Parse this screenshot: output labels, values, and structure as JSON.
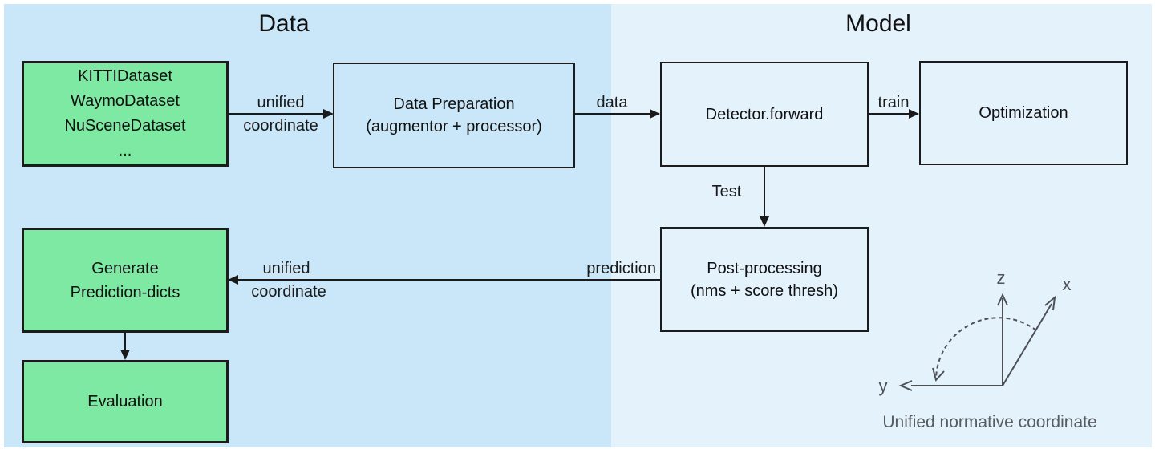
{
  "panels": {
    "data": {
      "title": "Data"
    },
    "model": {
      "title": "Model"
    }
  },
  "nodes": {
    "datasets": {
      "lines": [
        "KITTIDataset",
        "WaymoDataset",
        "NuSceneDataset",
        "..."
      ]
    },
    "data_preparation": {
      "lines": [
        "Data Preparation",
        "(augmentor + processor)"
      ]
    },
    "detector": {
      "label": "Detector.forward"
    },
    "optimization": {
      "label": "Optimization"
    },
    "post_processing": {
      "lines": [
        "Post-processing",
        "(nms + score thresh)"
      ]
    },
    "generate": {
      "lines": [
        "Generate",
        "Prediction-dicts"
      ]
    },
    "evaluation": {
      "label": "Evaluation"
    }
  },
  "edges": {
    "datasets_to_prep": {
      "label_top": "unified",
      "label_bottom": "coordinate"
    },
    "prep_to_detector": {
      "label": "data"
    },
    "detector_to_optimizer": {
      "label": "train"
    },
    "detector_to_postprocess": {
      "label": "Test"
    },
    "postprocess_to_generate": {
      "label_right": "prediction",
      "label_top": "unified",
      "label_bottom": "coordinate"
    }
  },
  "axes": {
    "z_label": "z",
    "x_label": "x",
    "y_label": "y",
    "caption": "Unified normative coordinate"
  },
  "colors": {
    "panel_data_bg": "#c9e7f8",
    "panel_model_bg": "#e4f2fc",
    "node_green": "#7de9a2",
    "node_border": "#1c1c1c",
    "arrow": "#1a1a1a",
    "axis_gray": "#4d5156",
    "caption_gray": "#575c60"
  }
}
